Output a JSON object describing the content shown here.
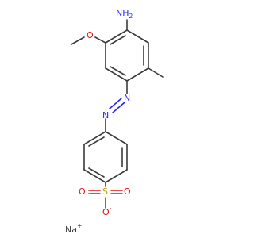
{
  "molecule": {
    "atoms": {
      "amine": {
        "text": "NH",
        "subscript": "2"
      },
      "methoxy_o": {
        "text": "O"
      },
      "azo_n1": {
        "text": "N"
      },
      "azo_n2": {
        "text": "N"
      },
      "sulfur": {
        "text": "S"
      },
      "oxo_left": {
        "text": "O"
      },
      "oxo_right": {
        "text": "O"
      },
      "oxide": {
        "text": "O",
        "charge": "-"
      },
      "sodium": {
        "text": "Na",
        "charge": "+"
      }
    },
    "colors": {
      "carbon_bond": "#3a3a3a",
      "nitrogen": "#2323ff",
      "oxygen": "#e01010",
      "sulfur": "#b8a300"
    }
  }
}
